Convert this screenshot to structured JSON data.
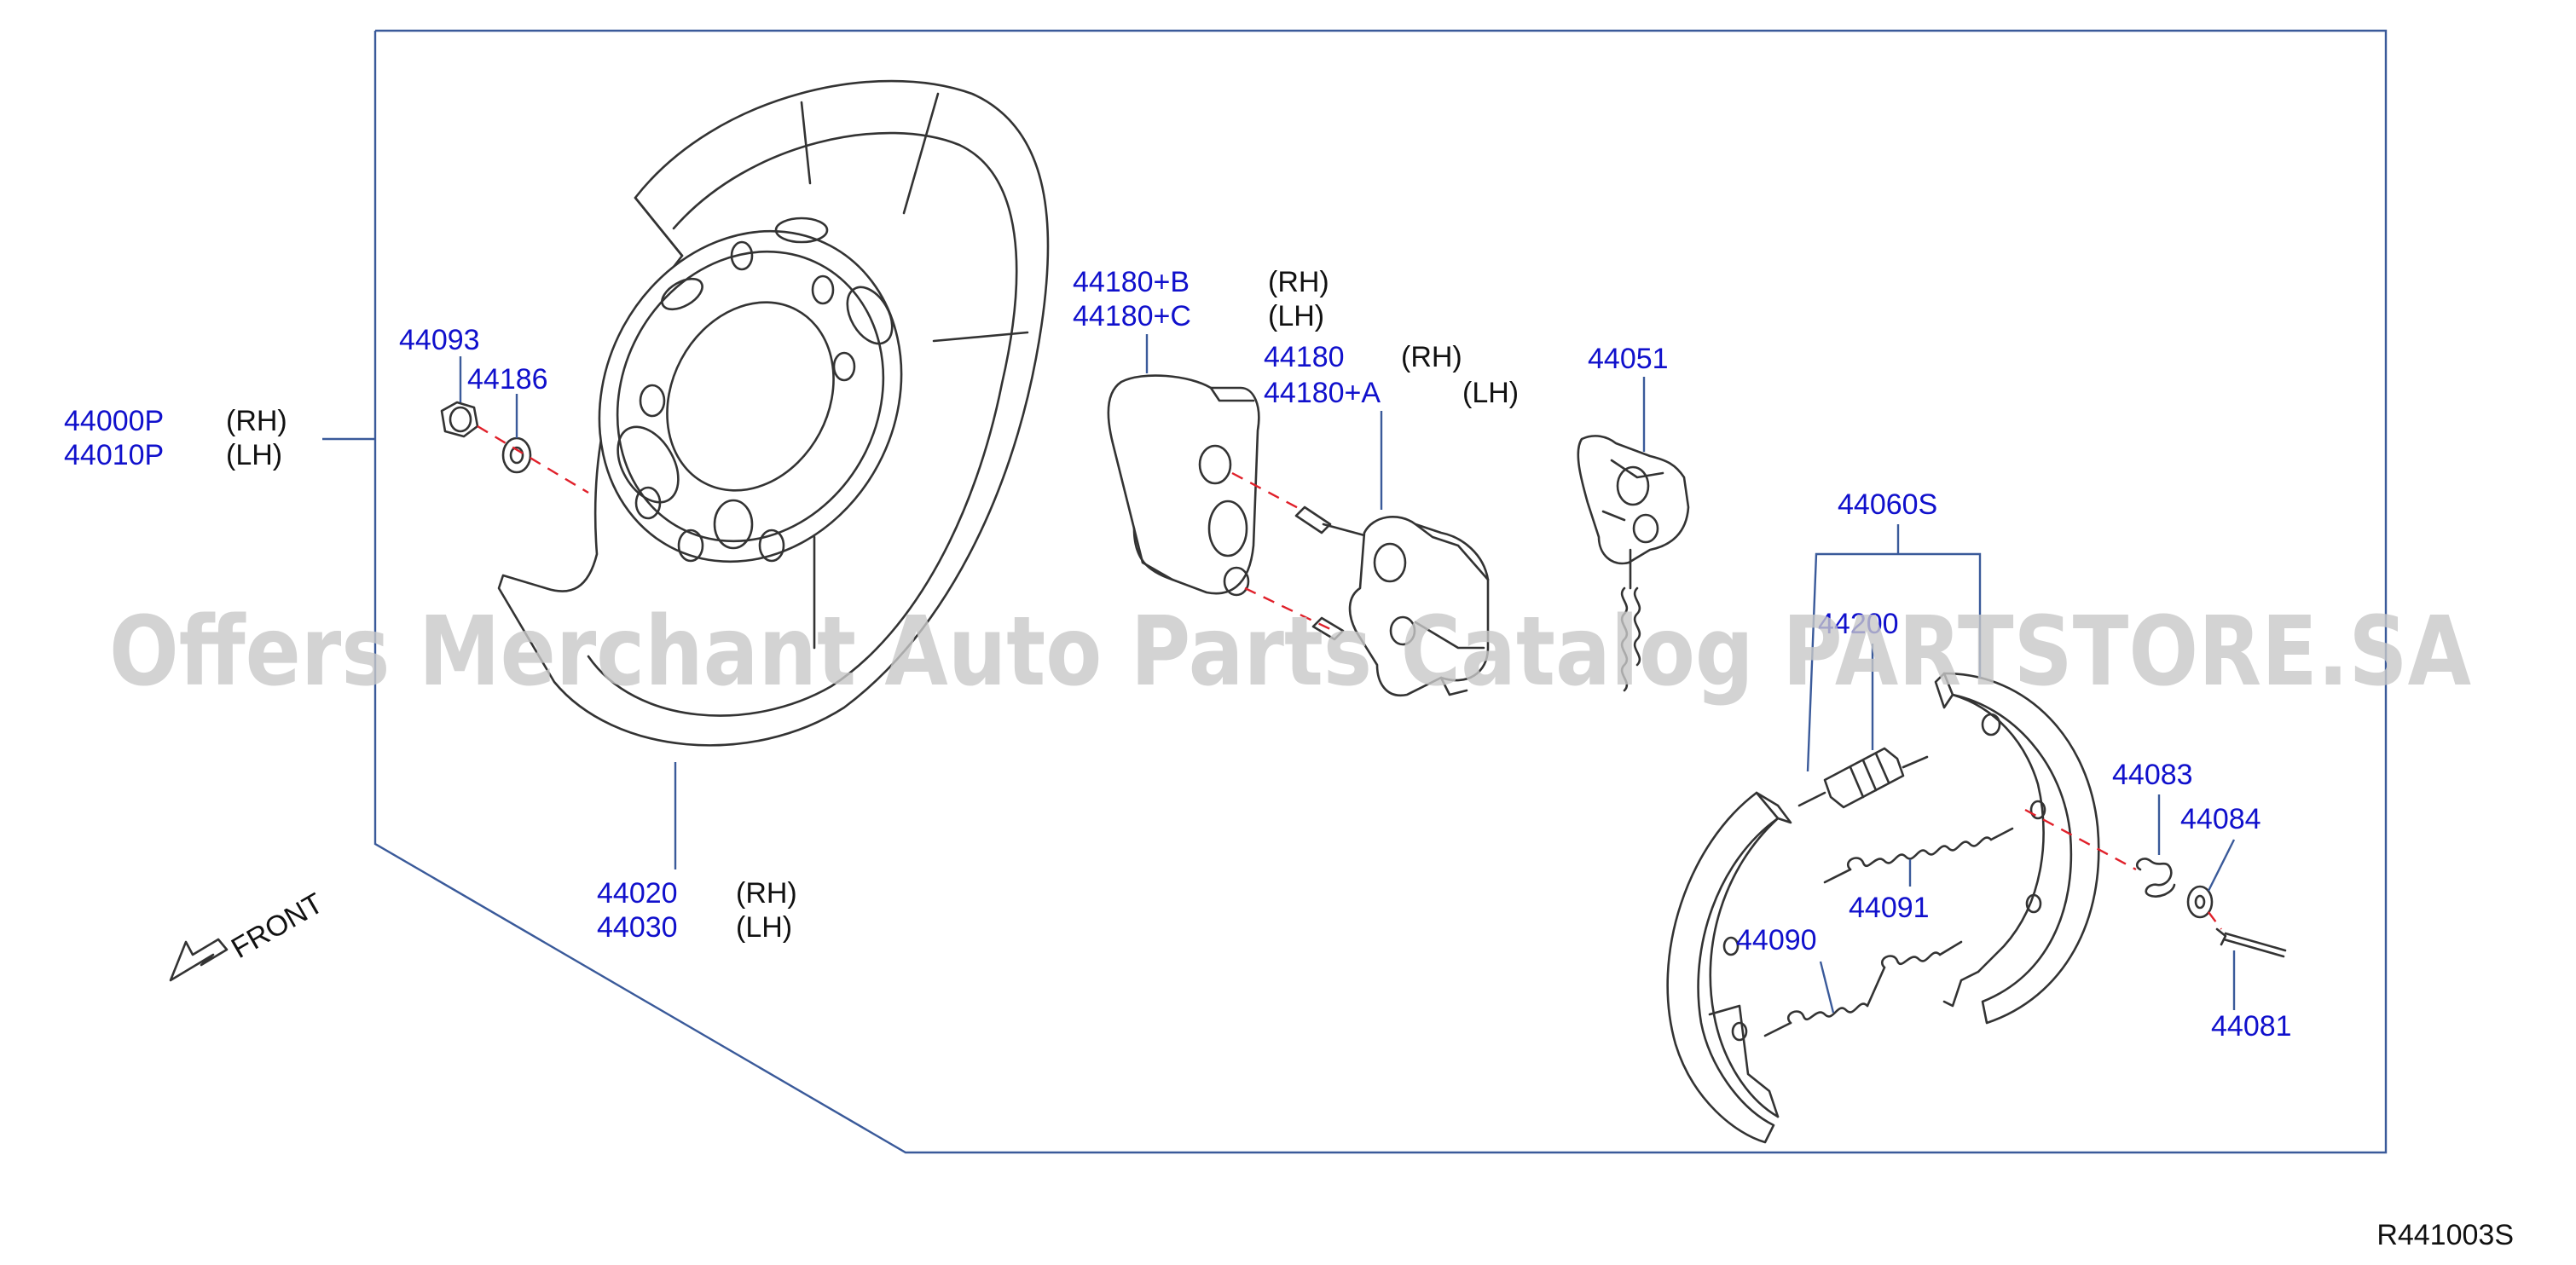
{
  "labels": {
    "p44000P": "44000P",
    "p44010P": "44010P",
    "rh1": "(RH)",
    "lh1": "(LH)",
    "p44093": "44093",
    "p44186": "44186",
    "p44020": "44020",
    "p44030": "44030",
    "rh2": "(RH)",
    "lh2": "(LH)",
    "p44180B": "44180+B",
    "p44180C": "44180+C",
    "rh3": "(RH)",
    "lh3": "(LH)",
    "p44180": "44180",
    "p44180A": "44180+A",
    "rh4": "(RH)",
    "lh4": "(LH)",
    "p44051": "44051",
    "p44060S": "44060S",
    "p44200": "44200",
    "p44083": "44083",
    "p44084": "44084",
    "p44091": "44091",
    "p44090": "44090",
    "p44081": "44081",
    "front": "FRONT"
  },
  "watermark": "Offers Merchant Auto Parts Catalog PARTSTORE.SA",
  "diagram_id": "R441003S",
  "colors": {
    "part_number": "#1010cc",
    "leader_line": "#3a5a9a",
    "centerline": "#e0202a",
    "watermark": "#c8c8c8"
  }
}
